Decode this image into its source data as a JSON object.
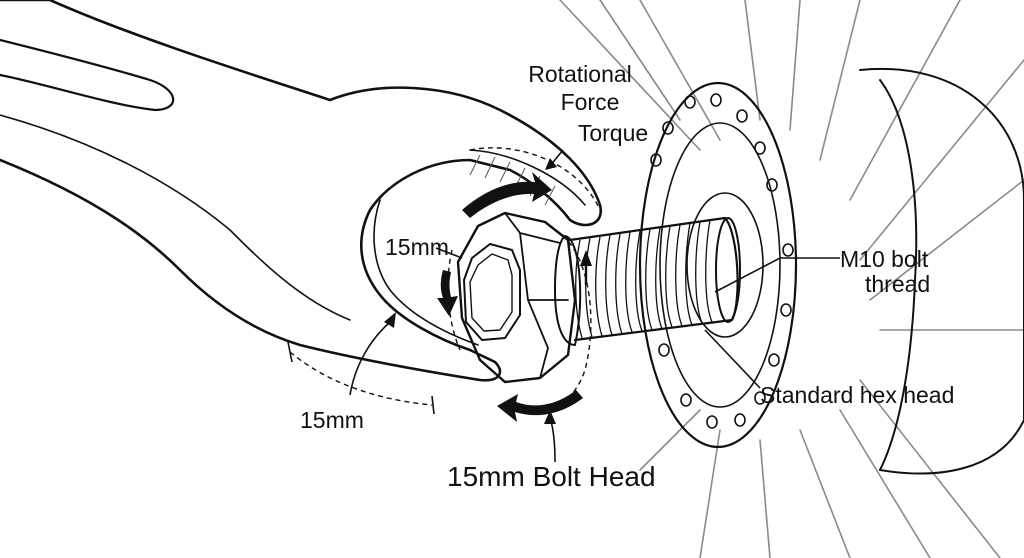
{
  "labels": {
    "rotational_force": "Rotational",
    "rotational_force_line2": "Force",
    "torque": "Torque",
    "jaw_width": "15mm",
    "handle_width": "15mm",
    "bolt_thread_line1": "M10 bolt",
    "bolt_thread_line2": "thread",
    "hex_head": "Standard hex head",
    "bolt_head": "15mm Bolt Head"
  },
  "colors": {
    "ink": "#111111",
    "background": "#ffffff"
  }
}
